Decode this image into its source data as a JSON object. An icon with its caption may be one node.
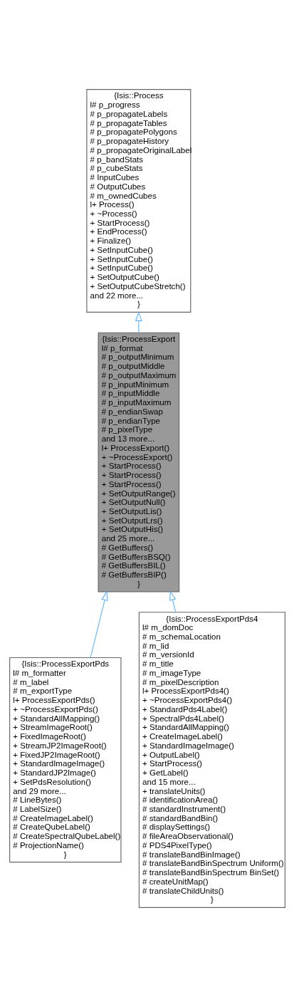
{
  "diagram": {
    "nodes": [
      {
        "text": [
          "{Isis::Process",
          "l# p_progress",
          "# p_propagateLabels",
          "# p_propagateTables",
          "# p_propagatePolygons",
          "# p_propagateHistory",
          "# p_propagateOriginalLabel",
          "# p_bandStats",
          "# p_cubeStats",
          "# InputCubes",
          "# OutputCubes",
          "# m_ownedCubes",
          "l+ Process()",
          "+ ~Process()",
          "+ StartProcess()",
          "+ EndProcess()",
          "+ Finalize()",
          "+ SetInputCube()",
          "+ SetInputCube()",
          "+ SetInputCube()",
          "+ SetOutputCube()",
          "+ SetOutputCubeStretch()",
          "and 22 more...",
          "}"
        ]
      },
      {
        "text": [
          "{Isis::ProcessExport",
          "l# p_format",
          "# p_outputMinimum",
          "# p_outputMiddle",
          "# p_outputMaximum",
          "# p_inputMinimum",
          "# p_inputMiddle",
          "# p_inputMaximum",
          "# p_endianSwap",
          "# p_endianType",
          "# p_pixelType",
          "and 13 more...",
          "l+ ProcessExport()",
          "+ ~ProcessExport()",
          "+ StartProcess()",
          "+ StartProcess()",
          "+ StartProcess()",
          "+ SetOutputRange()",
          "+ SetOutputNull()",
          "+ SetOutputLis()",
          "+ SetOutputLrs()",
          "+ SetOutputHis()",
          "and 25 more...",
          "# GetBuffers()",
          "# GetBuffersBSQ()",
          "# GetBuffersBIL()",
          "# GetBuffersBIP()",
          "}"
        ]
      },
      {
        "text": [
          "{Isis::ProcessExportPds",
          "l# m_formatter",
          "# m_label",
          "# m_exportType",
          "l+ ProcessExportPds()",
          "+ ~ProcessExportPds()",
          "+ StandardAllMapping()",
          "+ StreamImageRoot()",
          "+ FixedImageRoot()",
          "+ StreamJP2ImageRoot()",
          "+ FixedJP2ImageRoot()",
          "+ StandardImageImage()",
          "+ StandardJP2Image()",
          "+ SetPdsResolution()",
          "and 29 more...",
          "# LineBytes()",
          "# LabelSize()",
          "# CreateImageLabel()",
          "# CreateQubeLabel()",
          "# CreateSpectralQubeLabel()",
          "# ProjectionName()",
          "}"
        ]
      },
      {
        "text": [
          "{Isis::ProcessExportPds4",
          "l# m_domDoc",
          "# m_schemaLocation",
          "# m_lid",
          "# m_versionId",
          "# m_title",
          "# m_imageType",
          "# m_pixelDescription",
          "l+ ProcessExportPds4()",
          "+ ~ProcessExportPds4()",
          "+ StandardPds4Label()",
          "+ SpectralPds4Label()",
          "+ StandardAllMapping()",
          "+ CreateImageLabel()",
          "+ StandardImageImage()",
          "+ OutputLabel()",
          "+ StartProcess()",
          "+ GetLabel()",
          "and 15 more...",
          "+ translateUnits()",
          "# identificationArea()",
          "# standardInstrument()",
          "# standardBandBin()",
          "# displaySettings()",
          "# fileAreaObservational()",
          "# PDS4PixelType()",
          "# translateBandBinImage()",
          "# translateBandBinSpectrum Uniform()",
          "# translateBandBinSpectrum BinSet()",
          "# createUnitMap()",
          "# translateChildUnits()",
          "}"
        ]
      }
    ],
    "edges": [
      {
        "from": 1,
        "to": 0,
        "arrow": "to"
      },
      {
        "from": 2,
        "to": 1,
        "arrow": "to"
      },
      {
        "from": 3,
        "to": 1,
        "arrow": "to"
      }
    ]
  }
}
